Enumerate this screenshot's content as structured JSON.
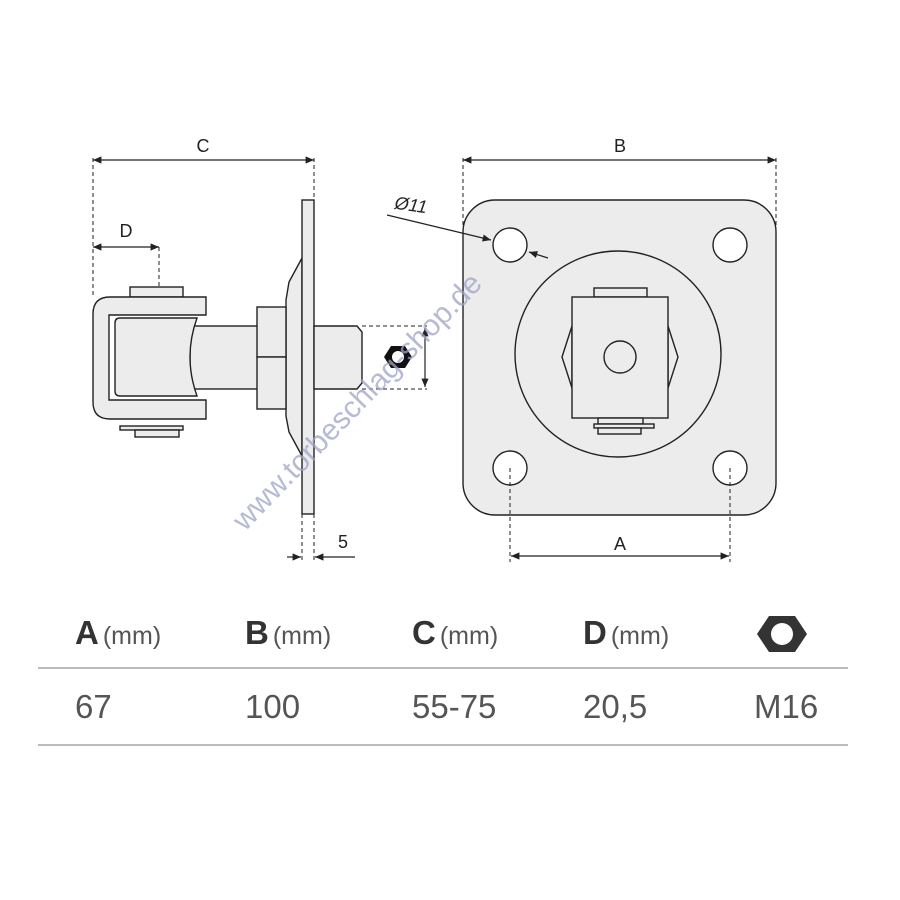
{
  "drawing": {
    "side_view_labels": {
      "c": "C",
      "d": "D",
      "thickness": "5"
    },
    "front_view_labels": {
      "a": "A",
      "b": "B",
      "hole": "Ø11"
    },
    "watermark": "www.torbeschlag-shop.de"
  },
  "table": {
    "headers": [
      {
        "letter": "A",
        "unit": "(mm)"
      },
      {
        "letter": "B",
        "unit": "(mm)"
      },
      {
        "letter": "C",
        "unit": "(mm)"
      },
      {
        "letter": "D",
        "unit": "(mm)"
      },
      {
        "icon": "hex-nut-icon"
      }
    ],
    "values": [
      "67",
      "100",
      "55-75",
      "20,5",
      "M16"
    ]
  }
}
